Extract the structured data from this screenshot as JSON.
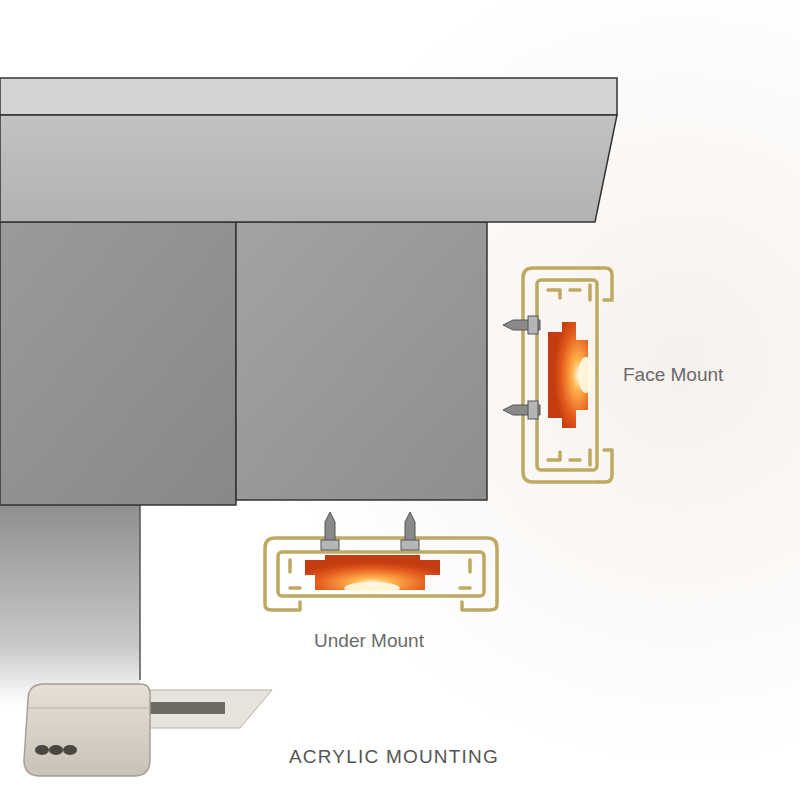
{
  "diagram": {
    "labels": [
      "Face Mount",
      "Under Mount",
      "ACRYLIC MOUNTING"
    ]
  }
}
